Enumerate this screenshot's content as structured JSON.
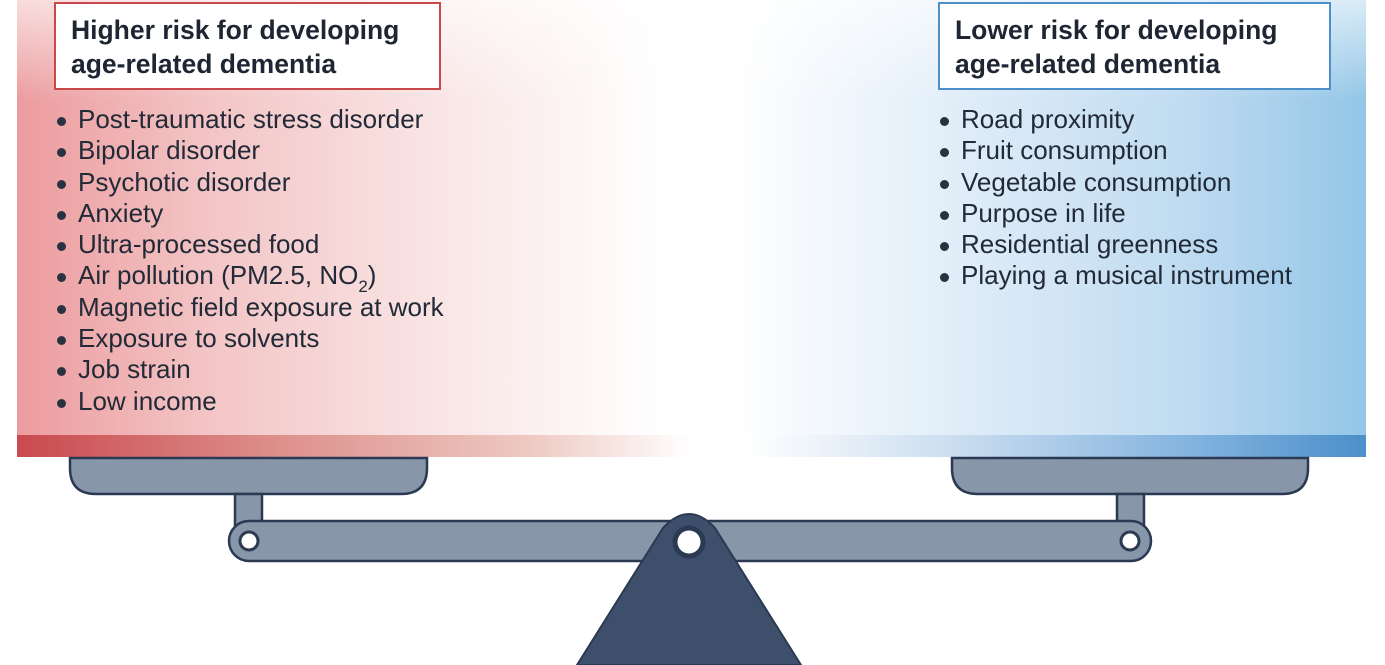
{
  "left_panel": {
    "title_line1": "Higher risk for developing",
    "title_line2": "age-related dementia",
    "items": [
      "Post-traumatic stress disorder",
      "Bipolar disorder",
      "Psychotic disorder",
      "Anxiety",
      "Ultra-processed food",
      "Air pollution (PM2.5, NO",
      "Magnetic field exposure at work",
      "Exposure to solvents",
      "Job strain",
      "Low income"
    ],
    "air_pollution_subscript": "2",
    "air_pollution_suffix": ")"
  },
  "right_panel": {
    "title_line1": "Lower risk for developing",
    "title_line2": "age-related dementia",
    "items": [
      "Road proximity",
      "Fruit consumption",
      "Vegetable consumption",
      "Purpose in life",
      "Residential greenness",
      "Playing a musical instrument"
    ]
  },
  "colors": {
    "higher_risk_accent": "#c8484c",
    "lower_risk_accent": "#4d8fc9",
    "scale_body": "#8896aa",
    "scale_fulcrum": "#3d4f6a",
    "scale_outline": "#2b3a52"
  }
}
